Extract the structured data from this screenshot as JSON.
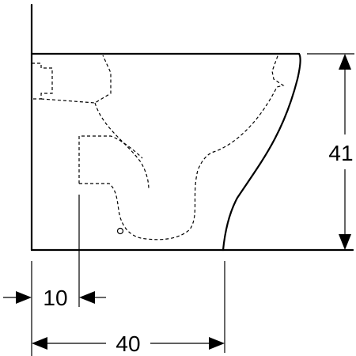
{
  "dimensions": {
    "height": "41",
    "wall_offset": "10",
    "depth": "40"
  }
}
